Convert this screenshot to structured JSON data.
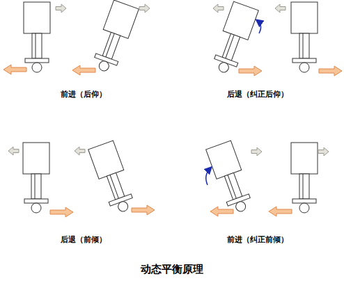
{
  "diagram": {
    "title": "动态平衡原理",
    "labels": [
      "前进（后仰）",
      "后退（纠正后仰）",
      "后退（前倾）",
      "前进（纠正前倾）"
    ]
  }
}
